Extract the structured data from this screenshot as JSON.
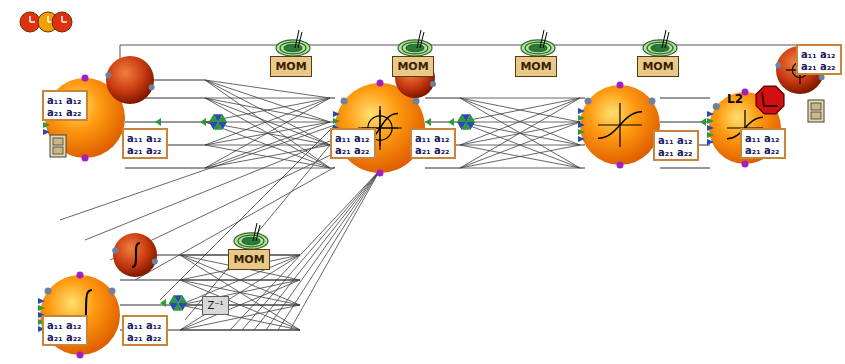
{
  "diagram": {
    "nodes": [
      {
        "text": [
          "MOM"
        ]
      },
      {
        "text": [
          "MOM"
        ]
      },
      {
        "text": [
          "MOM"
        ]
      },
      {
        "text": [
          "MOM"
        ]
      },
      {
        "text": [
          "a₁₁ a₁₂ a₂₁ a₂₂"
        ]
      },
      {
        "text": [
          "a₁₁ a₁₂ a₂₁ a₂₂"
        ]
      },
      {
        "text": [
          "a₁₁ a₁₂ a₂₁ a₂₂"
        ]
      },
      {
        "text": [
          "a₁₁ a₁₂ a₂₁ a₂₂"
        ]
      },
      {
        "text": [
          "a₁₁ a₁₂ a₂₁ a₂₂"
        ]
      },
      {
        "text": [
          "a₁₁ a₁₂ a₂₁ a₂₂"
        ]
      },
      {
        "text": [
          "a₁₁ a₁₂ a₂₁ a₂₂"
        ]
      },
      {
        "text": [
          "MOM"
        ]
      },
      {
        "text": [
          "Z⁻¹"
        ]
      },
      {
        "text": [
          "a₁₁ a₁₂ a₂₁ a₂₂"
        ]
      },
      {
        "text": [
          "a₁₁ a₁₂ a₂₁ a₂₂"
        ]
      }
    ],
    "labels": [
      "L2"
    ]
  }
}
